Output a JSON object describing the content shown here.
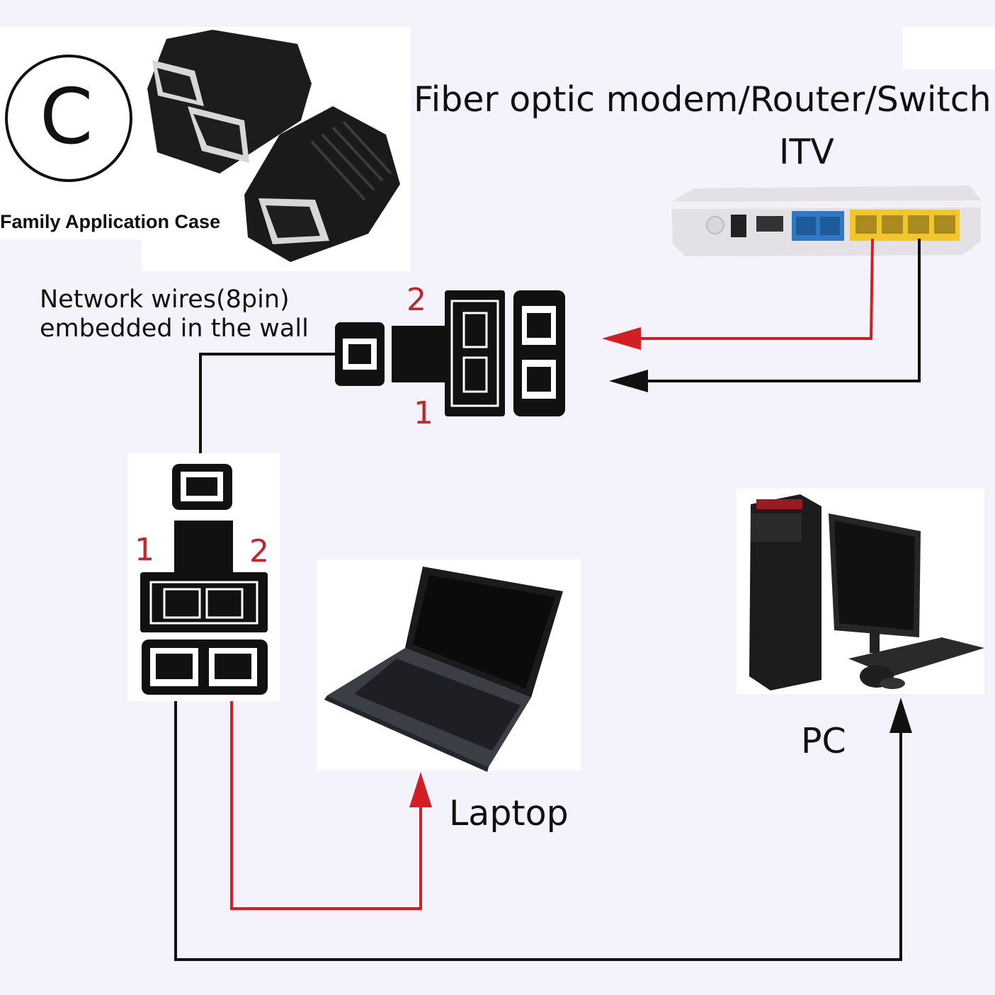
{
  "logo": {
    "letter": "C"
  },
  "labels": {
    "family_case": "Family Application Case",
    "router_title": "Fiber optic modem/Router/Switch",
    "itv": "ITV",
    "wall_line1": "Network wires(8pin)",
    "wall_line2": "embedded in the wall",
    "laptop": "Laptop",
    "pc": "PC"
  },
  "splitter_top": {
    "port_2": "2",
    "port_1": "1"
  },
  "splitter_bottom": {
    "port_1": "1",
    "port_2": "2"
  },
  "colors": {
    "red_line": "#d11f24",
    "black_line": "#111111",
    "number_red": "#c0262b",
    "router_yellow": "#f2c62d",
    "router_blue": "#2f78c4"
  },
  "icons": [
    "copyright-circle-icon",
    "rj45-splitter-photo",
    "router-device",
    "laptop-device",
    "desktop-pc-device"
  ]
}
